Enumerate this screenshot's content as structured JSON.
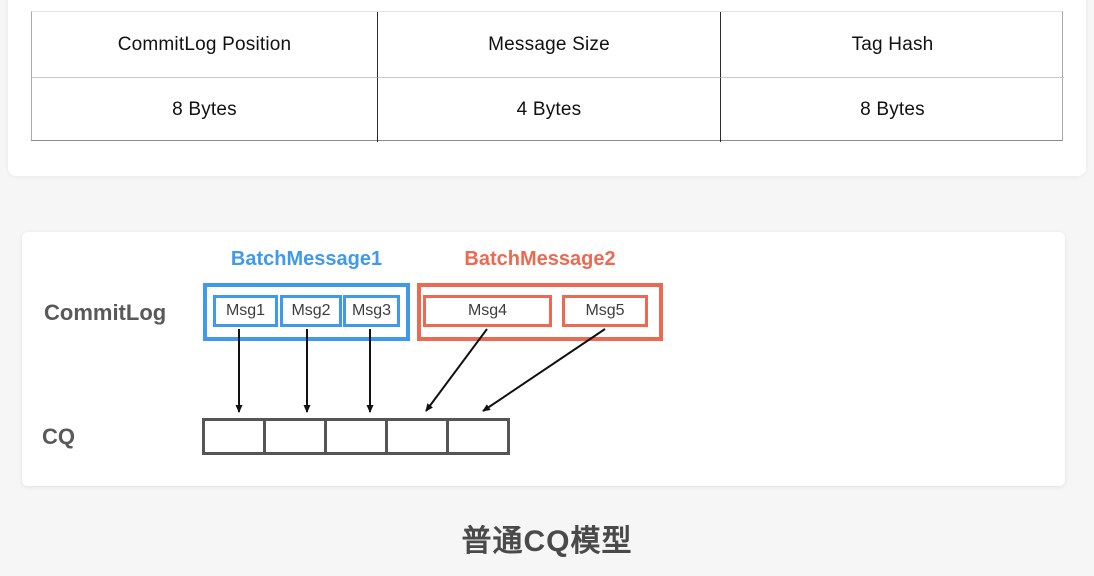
{
  "table": {
    "columns": [
      {
        "header": "CommitLog Position",
        "value": "8 Bytes"
      },
      {
        "header": "Message Size",
        "value": "4 Bytes"
      },
      {
        "header": "Tag Hash",
        "value": "8 Bytes"
      }
    ]
  },
  "diagram": {
    "commitlog_label": "CommitLog",
    "cq_label": "CQ",
    "batch1": {
      "label": "BatchMessage1",
      "messages": [
        "Msg1",
        "Msg2",
        "Msg3"
      ]
    },
    "batch2": {
      "label": "BatchMessage2",
      "messages": [
        "Msg4",
        "Msg5"
      ]
    },
    "cq_cell_count": 5
  },
  "caption": "普通CQ模型",
  "colors": {
    "batch1_accent": "#3f9aec",
    "batch2_accent": "#eb6a51",
    "arrow_color": "#111111",
    "cq_border": "#555555",
    "label_gray": "#595959"
  }
}
